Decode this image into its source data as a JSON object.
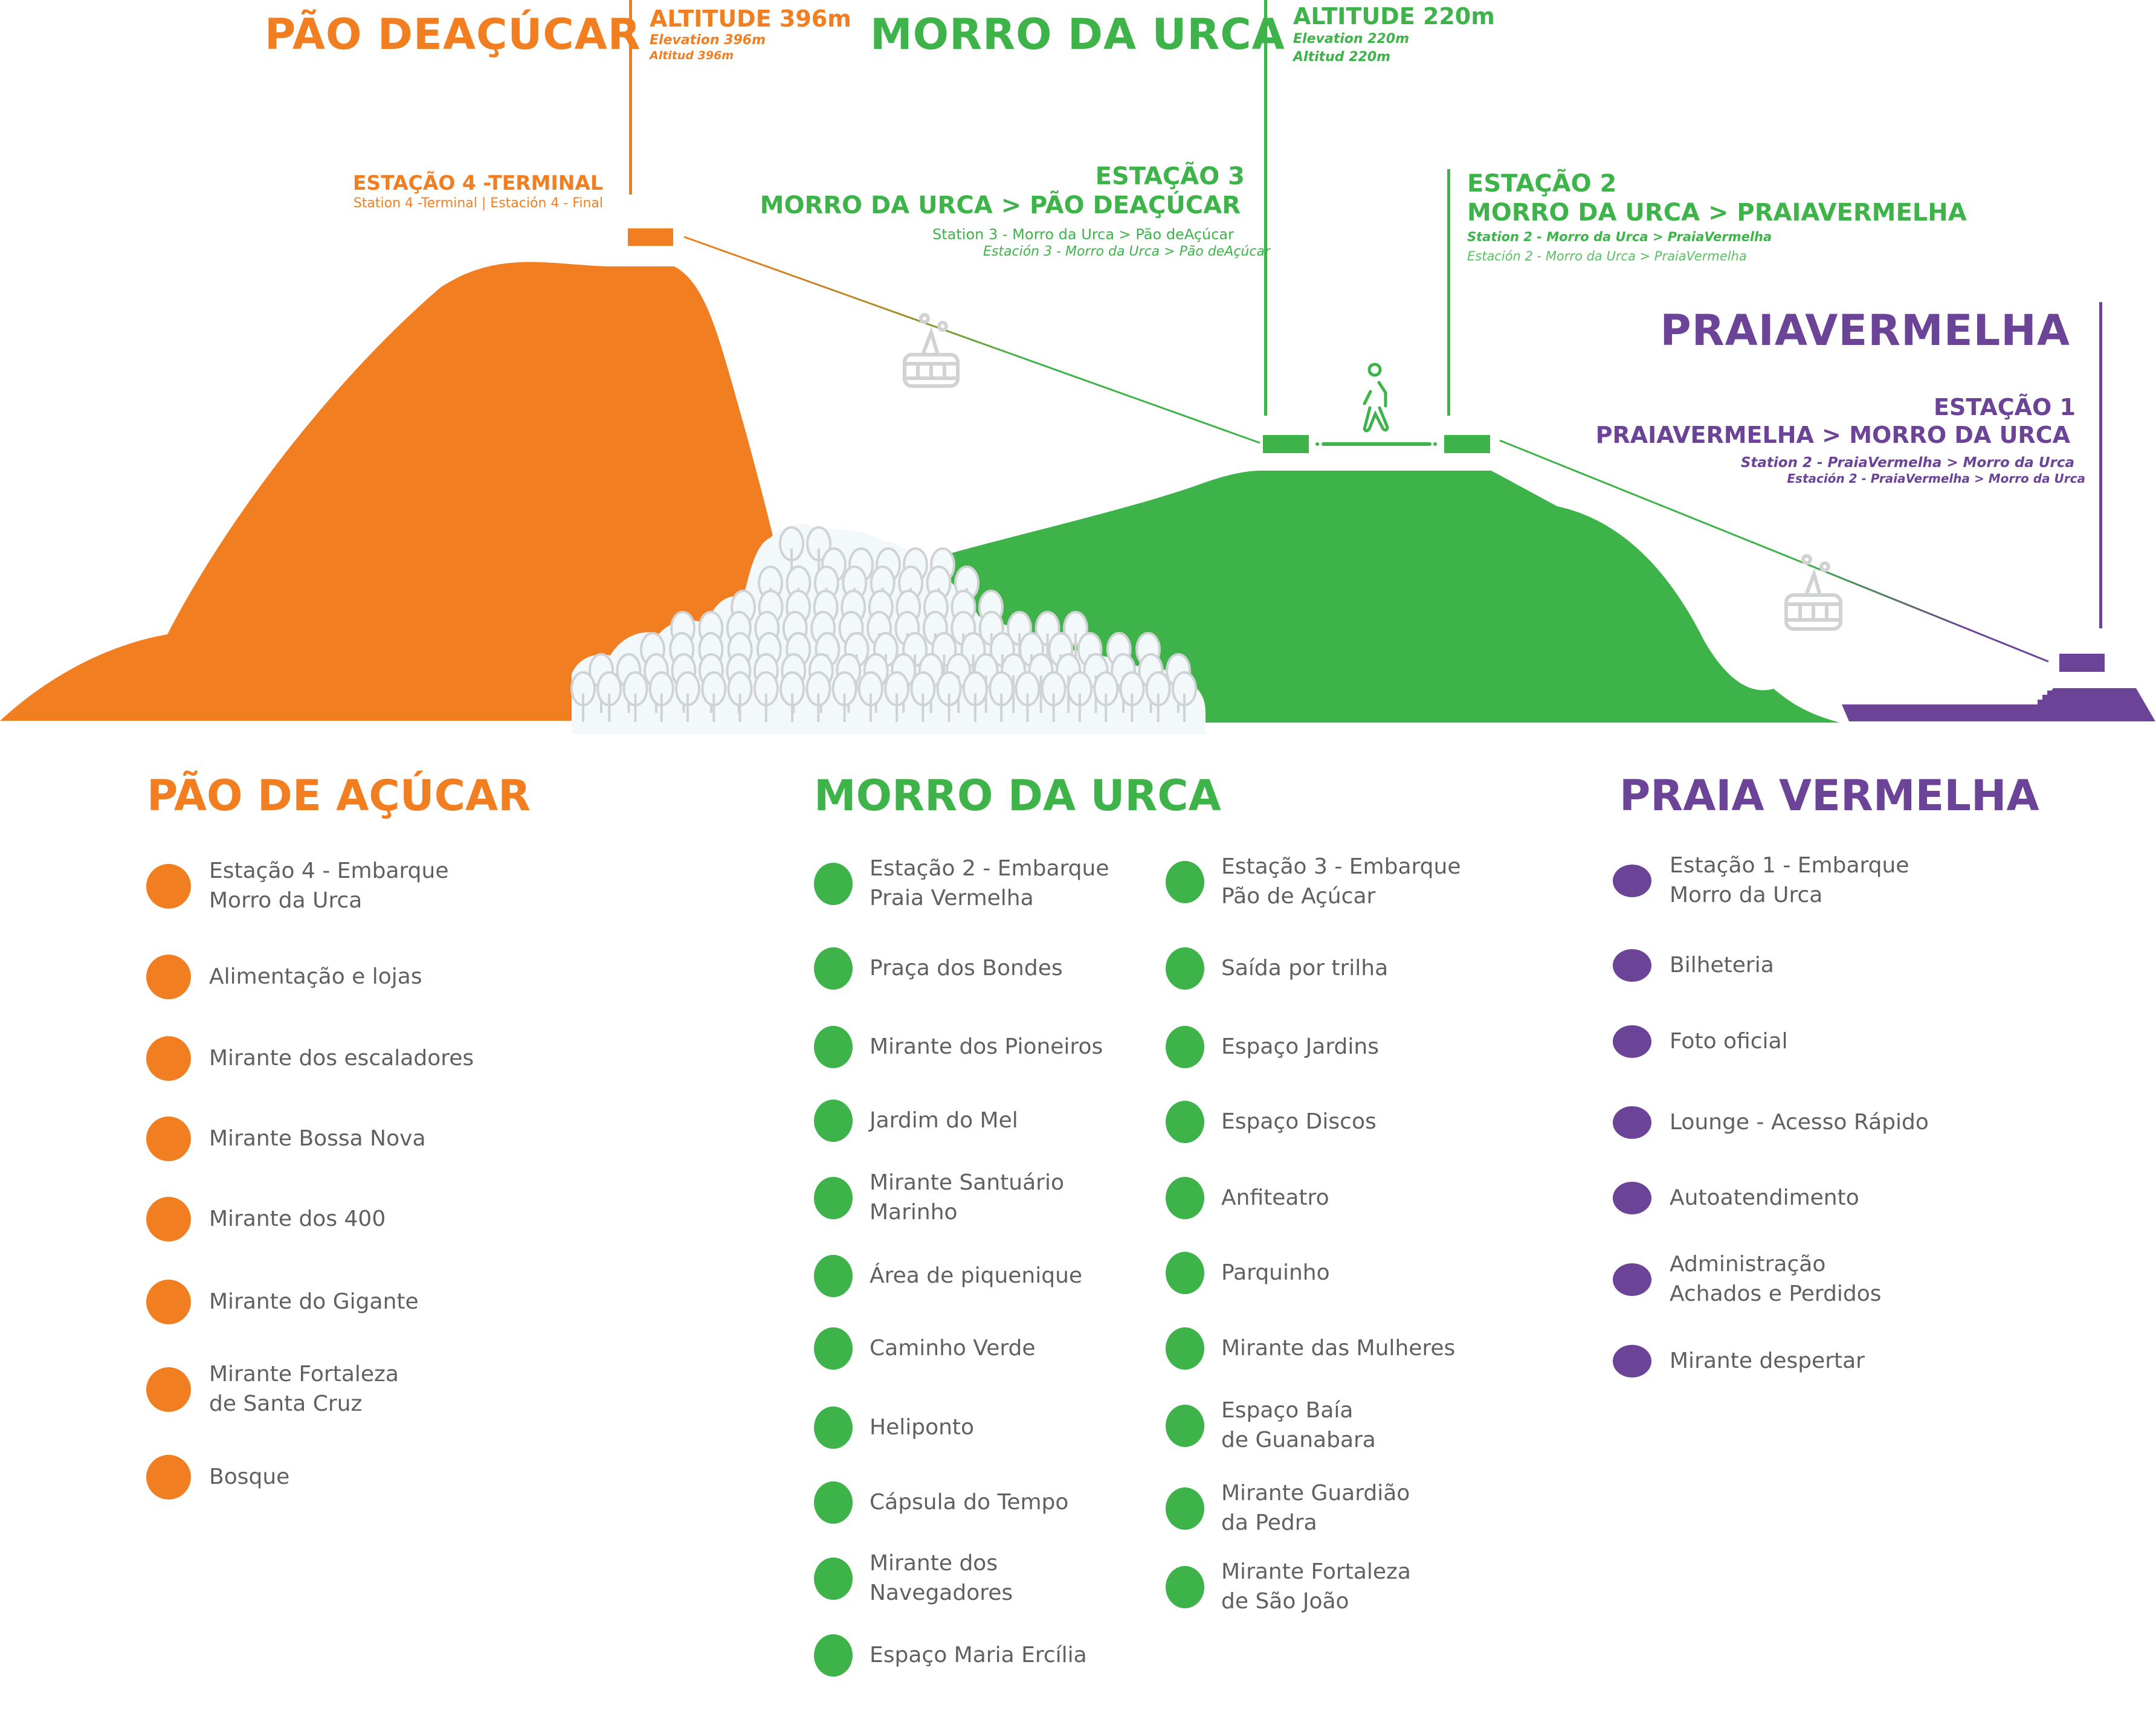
{
  "colors": {
    "orange": "#F27E22",
    "green": "#3DB34A",
    "purple": "#6B4397",
    "legend_text": "#606060",
    "icon_grey": "#D1D2D3",
    "forest_bg": "#F3F8FB"
  },
  "diagram": {
    "pao": {
      "name": "PÃO DEAÇÚCAR",
      "altitude": "ALTITUDE 396m",
      "elevation": "Elevation 396m",
      "altitud": "Altitud 396m",
      "station_title": "ESTAÇÃO 4 -TERMINAL",
      "station_sub": "Station 4 -Terminal | Estación 4 - Final"
    },
    "urca": {
      "name": "MORRO DA URCA",
      "altitude": "ALTITUDE 220m",
      "elevation": "Elevation 220m",
      "altitud": "Altitud 220m",
      "station3_title": "ESTAÇÃO 3",
      "station3_route": "MORRO DA URCA > PÃO DEAÇÚCAR",
      "station3_en": "Station 3 - Morro da Urca > Pão deAçúcar",
      "station3_es": "Estación 3 - Morro da Urca > Pão deAçúcar",
      "station2_title": "ESTAÇÃO 2",
      "station2_route": "MORRO DA URCA > PRAIAVERMELHA",
      "station2_en": "Station 2 - Morro da Urca > PraiaVermelha",
      "station2_es": "Estación 2 - Morro da Urca > PraiaVermelha"
    },
    "praia": {
      "name": "PRAIAVERMELHA",
      "station1_title": "ESTAÇÃO 1",
      "station1_route": "PRAIAVERMELHA > MORRO DA URCA",
      "station1_en": "Station 2 - PraiaVermelha > Morro da Urca",
      "station1_es": "Estación 2 - PraiaVermelha > Morro da Urca"
    },
    "icons": [
      "cable-car-icon",
      "walking-person-icon",
      "cable-car-icon",
      "forest-icon"
    ]
  },
  "legend": {
    "pao": {
      "title": "PÃO DE AÇÚCAR",
      "items": [
        "Estação 4 - Embarque\nMorro da Urca",
        "Alimentação e lojas",
        "Mirante dos escaladores",
        "Mirante Bossa Nova",
        "Mirante dos 400",
        "Mirante do Gigante",
        "Mirante Fortaleza\nde Santa Cruz",
        "Bosque"
      ]
    },
    "urca": {
      "title": "MORRO DA URCA",
      "col1": [
        "Estação 2 - Embarque\nPraia Vermelha",
        "Praça dos Bondes",
        "Mirante dos Pioneiros",
        "Jardim do Mel",
        "Mirante Santuário\nMarinho",
        "Área de piquenique",
        "Caminho Verde",
        "Heliponto",
        "Cápsula do Tempo",
        "Mirante dos\nNavegadores",
        "Espaço Maria Ercília"
      ],
      "col2": [
        "Estação 3 - Embarque\nPão de Açúcar",
        "Saída por trilha",
        "Espaço Jardins",
        "Espaço Discos",
        "Anfiteatro",
        "Parquinho",
        "Mirante das Mulheres",
        "Espaço Baía\nde Guanabara",
        "Mirante Guardião\nda Pedra",
        "Mirante Fortaleza\nde São João"
      ]
    },
    "praia": {
      "title": "PRAIA VERMELHA",
      "items": [
        "Estação 1 - Embarque\nMorro da Urca",
        "Bilheteria",
        "Foto oficial",
        "Lounge - Acesso Rápido",
        "Autoatendimento",
        "Administração\nAchados e Perdidos",
        "Mirante despertar"
      ]
    }
  }
}
